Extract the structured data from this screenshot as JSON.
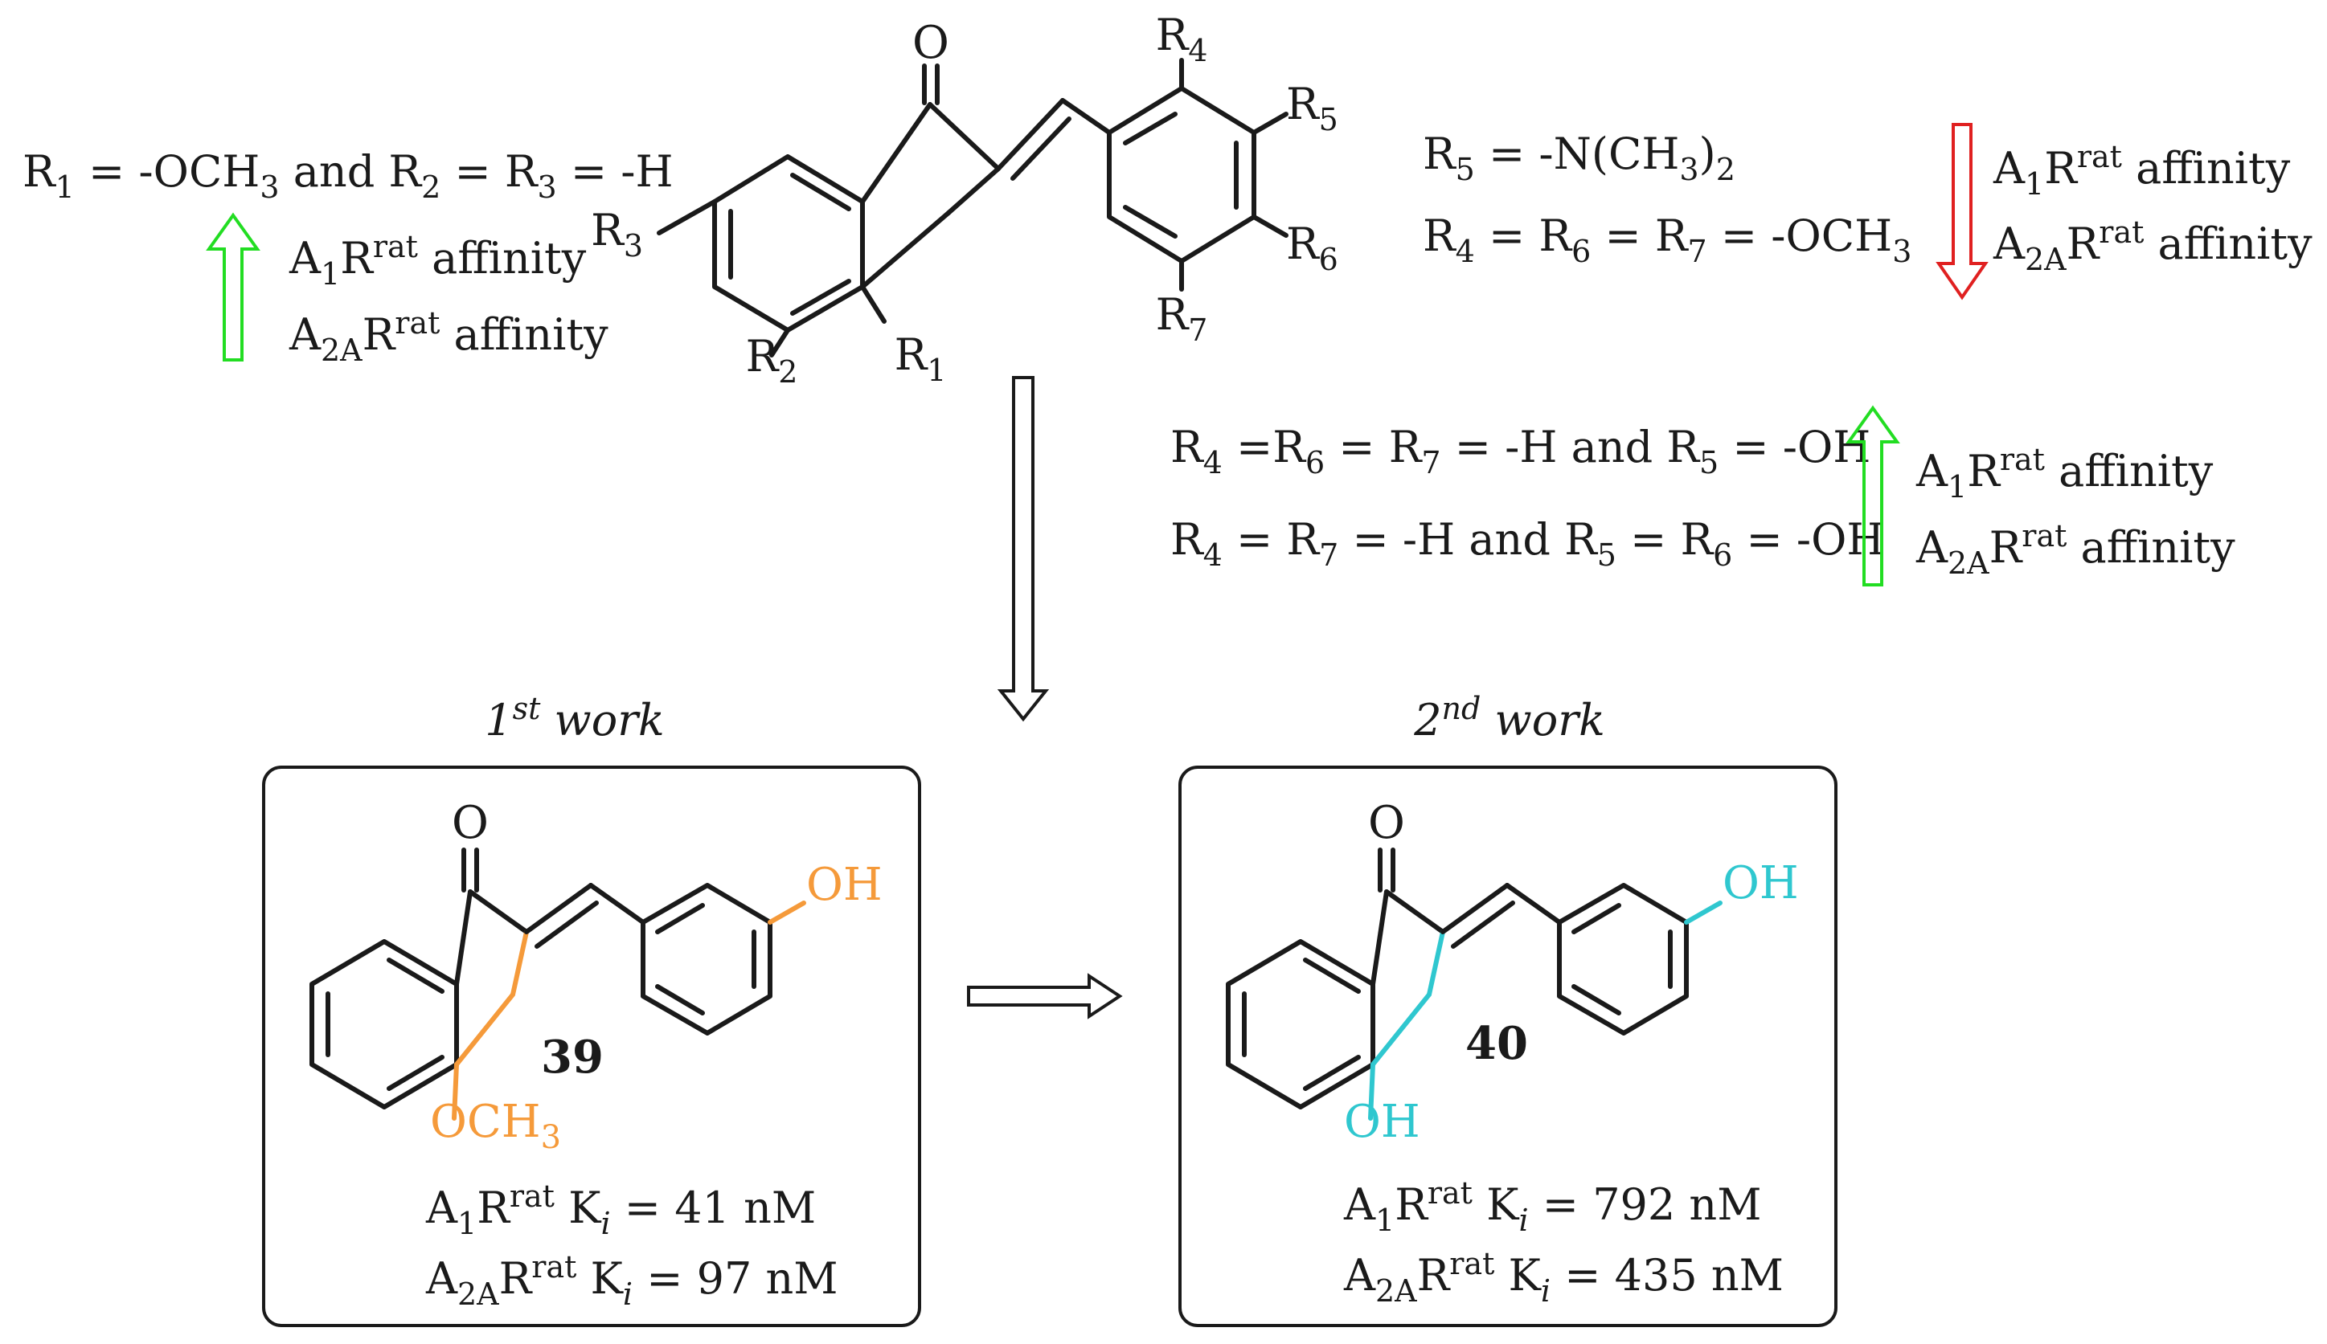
{
  "colors": {
    "ink": "#1a1a1a",
    "orange_highlight": "#f59a3a",
    "cyan_highlight": "#2fc7cf",
    "increase_arrow": "#22dd22",
    "decrease_arrow": "#e02020"
  },
  "scaffold": {
    "carbonyl_O": "O",
    "R1": {
      "base": "R",
      "sub": "1"
    },
    "R2": {
      "base": "R",
      "sub": "2"
    },
    "R3": {
      "base": "R",
      "sub": "3"
    },
    "R4": {
      "base": "R",
      "sub": "4"
    },
    "R5": {
      "base": "R",
      "sub": "5"
    },
    "R6": {
      "base": "R",
      "sub": "6"
    },
    "R7": {
      "base": "R",
      "sub": "7"
    }
  },
  "left_note": {
    "condition": {
      "r1": "R",
      "r1_sub": "1",
      "eq1": " = -OCH",
      "ch3_sub": "3",
      "and": " and R",
      "r2_sub": "2",
      "eq2": " = R",
      "r3_sub": "3",
      "eq3": " = -H"
    },
    "arrow": "increase-arrow",
    "a1": {
      "a": "A",
      "sub": "1",
      "r": "R",
      "sup": "rat",
      "tail": " affinity"
    },
    "a2a": {
      "a": "A",
      "sub": "2A",
      "r": "R",
      "sup": "rat",
      "tail": " affinity"
    }
  },
  "right_top_note": {
    "line1": {
      "r": "R",
      "sub": "5",
      "eq": " = -N(CH",
      "sub2": "3",
      "tail": ")",
      "sub3": "2"
    },
    "line2": {
      "r": "R",
      "sub": "4",
      "eq": " = R",
      "sub2": "6",
      "eq2": " = R",
      "sub3": "7",
      "tail": " = -OCH",
      "sub4": "3"
    },
    "arrow": "decrease-arrow",
    "a1": {
      "a": "A",
      "sub": "1",
      "r": "R",
      "sup": "rat",
      "tail": " affinity"
    },
    "a2a": {
      "a": "A",
      "sub": "2A",
      "r": "R",
      "sup": "rat",
      "tail": " affinity"
    }
  },
  "right_mid_note": {
    "line1": {
      "r": "R",
      "sub": "4",
      "eq": " =R",
      "sub2": "6",
      "eq2": " = R",
      "sub3": "7",
      "mid": " = -H and R",
      "sub4": "5",
      "tail": " = -OH"
    },
    "line2": {
      "r": "R",
      "sub": "4",
      "eq": " = R",
      "sub2": "7",
      "mid": " = -H and R",
      "sub3": "5",
      "eq2": " = R",
      "sub4": "6",
      "tail": " = -OH"
    },
    "arrow": "increase-arrow",
    "a1": {
      "a": "A",
      "sub": "1",
      "r": "R",
      "sup": "rat",
      "tail": " affinity"
    },
    "a2a": {
      "a": "A",
      "sub": "2A",
      "r": "R",
      "sup": "rat",
      "tail": " affinity"
    }
  },
  "work1": {
    "heading": {
      "num": "1",
      "sup": "st",
      "tail": " work"
    },
    "compound_id": "39",
    "carbonyl_O": "O",
    "phenol_OH": "OH",
    "substituent": {
      "text": "OCH",
      "sub": "3"
    },
    "ki_a1": {
      "a": "A",
      "sub": "1",
      "r": "R",
      "sup": "rat",
      "k": " K",
      "ksub": "i",
      "value": " = 41 nM"
    },
    "ki_a2a": {
      "a": "A",
      "sub": "2A",
      "r": "R",
      "sup": "rat",
      "k": " K",
      "ksub": "i",
      "value": " = 97 nM"
    }
  },
  "work2": {
    "heading": {
      "num": "2",
      "sup": "nd",
      "tail": " work"
    },
    "compound_id": "40",
    "carbonyl_O": "O",
    "phenol_OH": "OH",
    "substituent": {
      "text": "OH"
    },
    "ki_a1": {
      "a": "A",
      "sub": "1",
      "r": "R",
      "sup": "rat",
      "k": " K",
      "ksub": "i",
      "value": " = 792 nM"
    },
    "ki_a2a": {
      "a": "A",
      "sub": "2A",
      "r": "R",
      "sup": "rat",
      "k": " K",
      "ksub": "i",
      "value": " = 435 nM"
    }
  }
}
